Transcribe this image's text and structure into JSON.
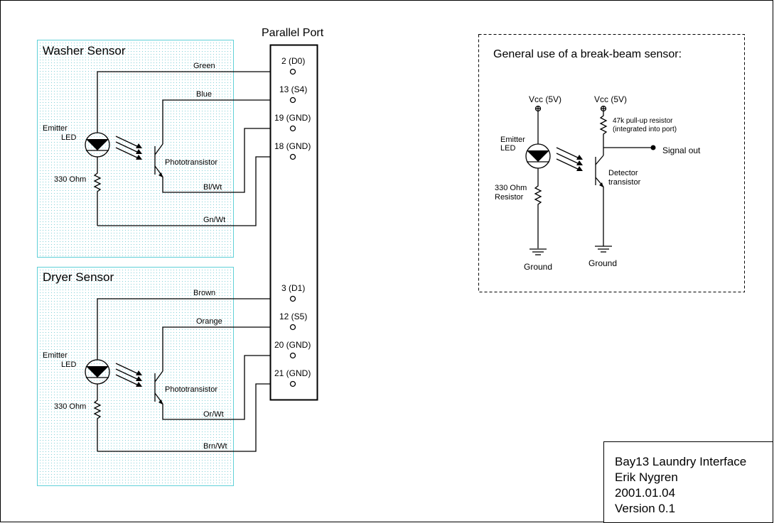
{
  "parallel_port": {
    "title": "Parallel Port",
    "pins": [
      "2 (D0)",
      "13 (S4)",
      "19 (GND)",
      "18 (GND)",
      "3 (D1)",
      "12 (S5)",
      "20 (GND)",
      "21 (GND)"
    ]
  },
  "washer": {
    "title": "Washer Sensor",
    "emitter_label_1": "Emitter",
    "emitter_label_2": "LED",
    "resistor_label": "330 Ohm",
    "transistor_label": "Phototransistor",
    "wires": [
      "Green",
      "Blue",
      "Bl/Wt",
      "Gn/Wt"
    ]
  },
  "dryer": {
    "title": "Dryer Sensor",
    "emitter_label_1": "Emitter",
    "emitter_label_2": "LED",
    "resistor_label": "330 Ohm",
    "transistor_label": "Phototransistor",
    "wires": [
      "Brown",
      "Orange",
      "Or/Wt",
      "Brn/Wt"
    ]
  },
  "general": {
    "title": "General use of a break-beam sensor:",
    "vcc_left": "Vcc (5V)",
    "vcc_right": "Vcc (5V)",
    "pullup_1": "47k pull-up resistor",
    "pullup_2": "(integrated into port)",
    "signal_out": "Signal out",
    "emitter_1": "Emitter",
    "emitter_2": "LED",
    "resistor_1": "330 Ohm",
    "resistor_2": "Resistor",
    "detector_1": "Detector",
    "detector_2": "transistor",
    "ground_left": "Ground",
    "ground_right": "Ground"
  },
  "title_block": {
    "line1": "Bay13 Laundry Interface",
    "line2": "Erik Nygren",
    "line3": "2001.01.04",
    "line4": "Version 0.1"
  }
}
